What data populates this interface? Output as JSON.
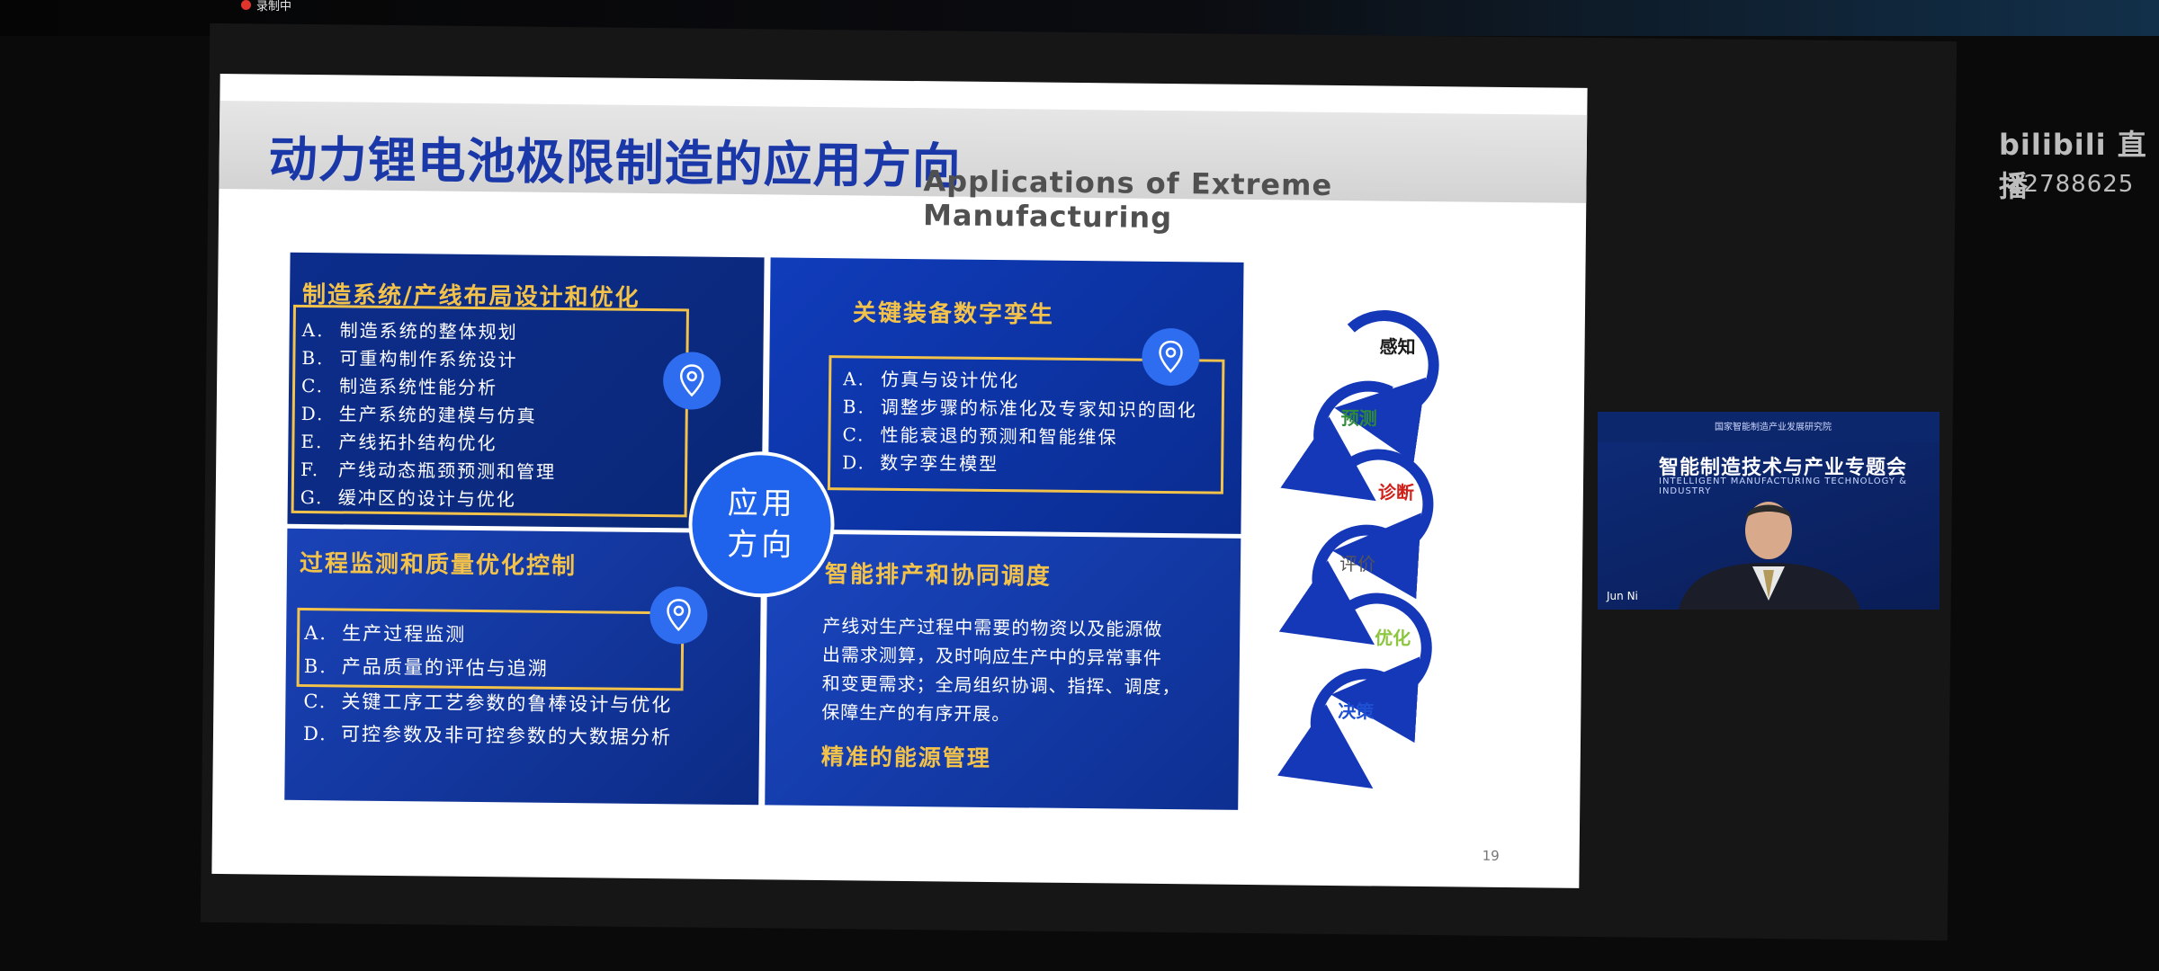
{
  "status": {
    "recording": "录制中"
  },
  "bilibili": {
    "logo": "bilibili 直播",
    "room_id": "22788625"
  },
  "slide": {
    "title_cn": "动力锂电池极限制造的应用方向",
    "title_en": "Applications of Extreme Manufacturing",
    "page_number": "19",
    "center": {
      "line1": "应用",
      "line2": "方向"
    },
    "top_left": {
      "title": "制造系统/产线布局设计和优化",
      "items": [
        {
          "letter": "A.",
          "text": "制造系统的整体规划"
        },
        {
          "letter": "B.",
          "text": "可重构制作系统设计"
        },
        {
          "letter": "C.",
          "text": "制造系统性能分析"
        },
        {
          "letter": "D.",
          "text": "生产系统的建模与仿真"
        },
        {
          "letter": "E.",
          "text": "产线拓扑结构优化"
        },
        {
          "letter": "F.",
          "text": "产线动态瓶颈预测和管理"
        },
        {
          "letter": "G.",
          "text": "缓冲区的设计与优化"
        }
      ]
    },
    "top_right": {
      "title": "关键装备数字孪生",
      "items": [
        {
          "letter": "A.",
          "text": "仿真与设计优化"
        },
        {
          "letter": "B.",
          "text": "调整步骤的标准化及专家知识的固化"
        },
        {
          "letter": "C.",
          "text": "性能衰退的预测和智能维保"
        },
        {
          "letter": "D.",
          "text": "数字孪生模型"
        }
      ]
    },
    "bottom_left": {
      "title": "过程监测和质量优化控制",
      "items": [
        {
          "letter": "A.",
          "text": "生产过程监测"
        },
        {
          "letter": "B.",
          "text": "产品质量的评估与追溯"
        },
        {
          "letter": "C.",
          "text": "关键工序工艺参数的鲁棒设计与优化"
        },
        {
          "letter": "D.",
          "text": "可控参数及非可控参数的大数据分析"
        }
      ]
    },
    "bottom_right": {
      "title": "智能排产和协同调度",
      "lines": [
        "产线对生产过程中需要的物资以及能源做",
        "出需求测算，及时响应生产中的异常事件",
        "和变更需求；全局组织协调、指挥、调度，",
        "保障生产的有序开展。"
      ],
      "highlight": "精准的能源管理"
    },
    "cycle": [
      {
        "label": "感知",
        "color": "#1a1a1a"
      },
      {
        "label": "预测",
        "color": "#2e8b3a"
      },
      {
        "label": "诊断",
        "color": "#d0201a"
      },
      {
        "label": "评价",
        "color": "#555555"
      },
      {
        "label": "优化",
        "color": "#8cc63f"
      },
      {
        "label": "决策",
        "color": "#1f4fd1"
      }
    ]
  },
  "camera": {
    "org": "国家智能制造产业发展研究院",
    "title": "智能制造技术与产业专题会",
    "subtitle": "INTELLIGENT MANUFACTURING TECHNOLOGY & INDUSTRY",
    "speaker": "Jun Ni"
  }
}
